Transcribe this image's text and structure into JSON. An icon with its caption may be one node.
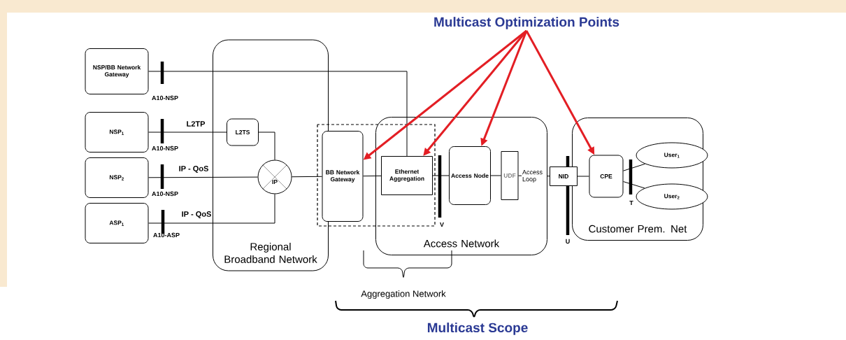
{
  "diagram": {
    "nodes": [
      {
        "text": [
          "NSP/BB Network Gateway"
        ]
      },
      {
        "text": [
          "NSP$_{1}$"
        ]
      },
      {
        "text": [
          "NSP$_{2}$"
        ]
      },
      {
        "text": [
          "ASP$_{1}$"
        ]
      },
      {
        "text": [
          "Regional Broadband Network"
        ]
      },
      {
        "text": [
          "L2TS"
        ],
        "in": 4
      },
      {
        "text": [
          "IP"
        ],
        "in": 4
      },
      {
        "text": [
          "BB Network Gateway"
        ]
      },
      {
        "text": [
          "Access Network"
        ]
      },
      {
        "text": [
          "Ethernet Aggregation"
        ],
        "in": 8
      },
      {
        "text": [
          "Access Node"
        ],
        "in": 8
      },
      {
        "text": [
          "UDF"
        ],
        "in": 8
      },
      {
        "text": [
          "NID"
        ]
      },
      {
        "text": [
          "Customer Prem. Net"
        ]
      },
      {
        "text": [
          "CPE"
        ],
        "in": 13
      },
      {
        "text": [
          "User$_{1}$"
        ],
        "in": 13
      },
      {
        "text": [
          "User$_{2}$"
        ],
        "in": 13
      },
      {
        "text": [
          "Multicast Optimization Points"
        ]
      }
    ],
    "edges": [
      {
        "from": 0,
        "to": 9,
        "arrow": "none"
      },
      {
        "from": 1,
        "to": 5,
        "arrow": "none",
        "label": "L2TP"
      },
      {
        "from": 5,
        "to": 6,
        "arrow": "none"
      },
      {
        "from": 2,
        "to": 6,
        "arrow": "none",
        "label": "IP - QoS"
      },
      {
        "from": 3,
        "to": 6,
        "arrow": "none",
        "label": "IP - QoS"
      },
      {
        "from": 6,
        "to": 7,
        "arrow": "none"
      },
      {
        "from": 7,
        "to": 9,
        "arrow": "none"
      },
      {
        "from": 9,
        "to": 10,
        "arrow": "none"
      },
      {
        "from": 10,
        "to": 11,
        "arrow": "none"
      },
      {
        "from": 11,
        "to": 12,
        "arrow": "none",
        "label": "Access Loop"
      },
      {
        "from": 12,
        "to": 14,
        "arrow": "none"
      },
      {
        "from": 14,
        "to": 15,
        "arrow": "none"
      },
      {
        "from": 14,
        "to": 16,
        "arrow": "none"
      },
      {
        "from": 17,
        "to": 7,
        "arrow": "to",
        "style": "thick",
        "color": "#e31e24"
      },
      {
        "from": 17,
        "to": 9,
        "arrow": "to",
        "style": "thick",
        "color": "#e31e24"
      },
      {
        "from": 17,
        "to": 10,
        "arrow": "to",
        "style": "thick",
        "color": "#e31e24"
      },
      {
        "from": 17,
        "to": 14,
        "arrow": "to",
        "style": "thick",
        "color": "#e31e24"
      }
    ],
    "labels": [
      "A10-NSP",
      "A10-NSP",
      "A10-NSP",
      "A10-ASP",
      "V",
      "T",
      "U",
      "Aggregation Network",
      "Multicast Scope"
    ]
  }
}
